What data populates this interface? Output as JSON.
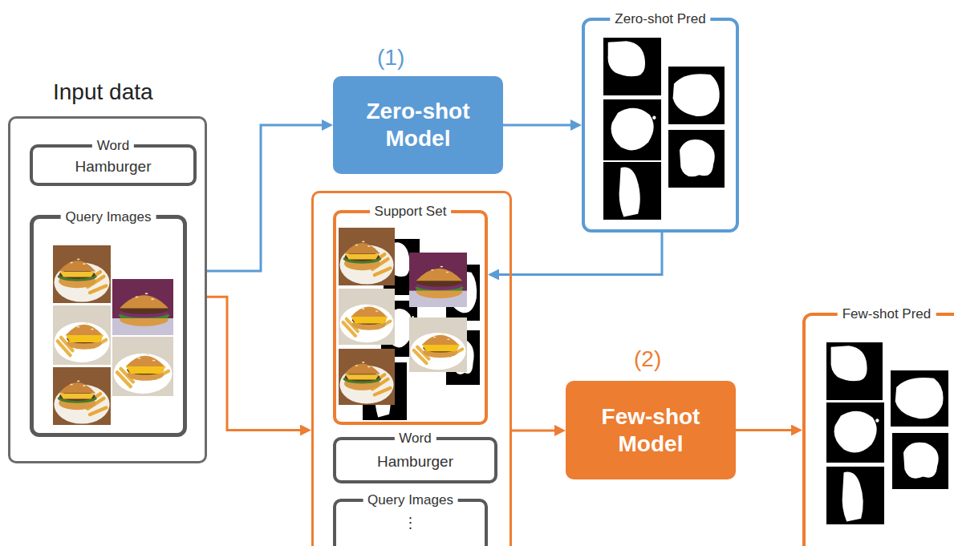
{
  "diagram": {
    "nodes": [
      {
        "text": [
          "Input data"
        ]
      },
      {
        "text": [
          "Word",
          "Hamburger"
        ],
        "in": 0
      },
      {
        "text": [
          "Query Images"
        ],
        "in": 0
      },
      {
        "text": [
          "Zero-shot Model"
        ]
      },
      {
        "text": [
          "Zero-shot Pred"
        ]
      },
      {
        "text": []
      },
      {
        "text": [
          "Support Set"
        ],
        "in": 5
      },
      {
        "text": [
          "Word",
          "Hamburger"
        ],
        "in": 5
      },
      {
        "text": [
          "Query Images",
          "⋮"
        ],
        "in": 5
      },
      {
        "text": [
          "Few-shot Model"
        ]
      },
      {
        "text": [
          "Few-shot Pred"
        ]
      }
    ],
    "edges": [
      {
        "from": 0,
        "to": 3,
        "arrow": "to"
      },
      {
        "from": 3,
        "to": 4,
        "arrow": "to"
      },
      {
        "from": 4,
        "to": 6,
        "arrow": "to"
      },
      {
        "from": 0,
        "to": 5,
        "arrow": "to"
      },
      {
        "from": 5,
        "to": 9,
        "arrow": "to"
      },
      {
        "from": 9,
        "to": 10,
        "arrow": "to"
      }
    ],
    "labels": [
      "(1)",
      "(2)"
    ]
  }
}
